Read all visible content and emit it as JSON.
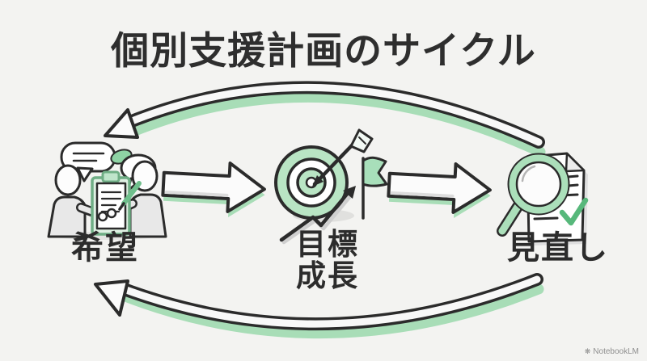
{
  "title": "個別支援計画のサイクル",
  "diagram": {
    "type": "cycle",
    "steps": [
      {
        "label": "希望",
        "icon": "consultation-people-icon"
      },
      {
        "label": "目標",
        "sublabel": "成長",
        "icon": "target-flag-growth-icon"
      },
      {
        "label": "見直し",
        "icon": "magnifier-document-icon"
      }
    ],
    "flow": "希望 → 目標/成長 → 見直し → (戻る) 希望"
  },
  "colors": {
    "background": "#f3f3f1",
    "ink": "#2b2b2b",
    "accent_green": "#a8ddb7",
    "bubble_green": "#8ed3a4",
    "check_green": "#57b87b",
    "board_green": "#6fae85",
    "fill_white": "#fbfbfb",
    "shadow_gray": "#dedede"
  },
  "watermark": {
    "label": "NotebookLM",
    "icon": "notebooklm-logo-icon"
  }
}
